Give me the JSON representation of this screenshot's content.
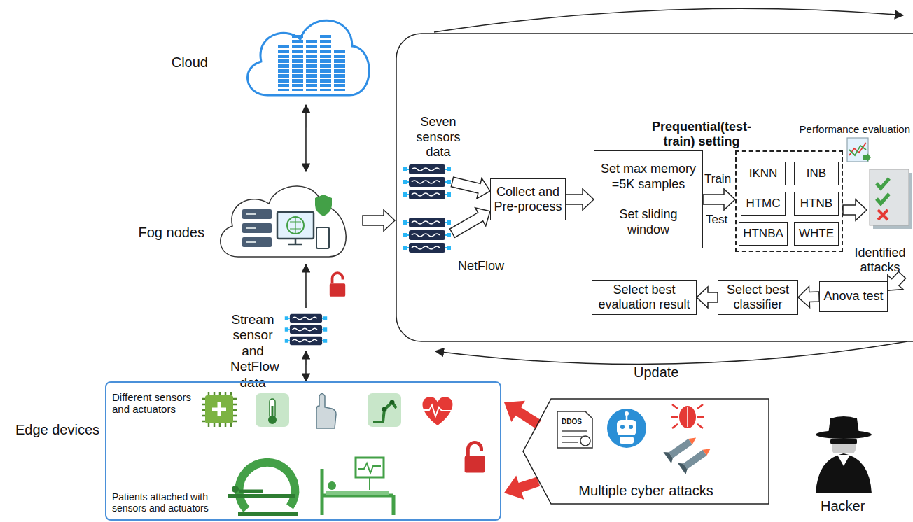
{
  "diagram": {
    "nodes": [
      {
        "text": [
          "Cloud"
        ]
      },
      {
        "text": [
          "Fog nodes"
        ]
      },
      {
        "text": [
          "Stream sensor and NetFlow data"
        ]
      },
      {
        "text": [
          "Edge devices",
          "Different sensors and actuators",
          "Patients attached with sensors and actuators"
        ]
      },
      {
        "text": [
          "Seven sensors data"
        ]
      },
      {
        "text": [
          "NetFlow"
        ]
      },
      {
        "text": [
          "Collect and Pre-process"
        ]
      },
      {
        "text": [
          "Set max memory =5K samples",
          "Set sliding window"
        ]
      },
      {
        "text": [
          "Prequential(test-train) setting"
        ]
      },
      {
        "text": [
          "IKNN"
        ],
        "in": 8
      },
      {
        "text": [
          "INB"
        ],
        "in": 8
      },
      {
        "text": [
          "HTMC"
        ],
        "in": 8
      },
      {
        "text": [
          "HTNB"
        ],
        "in": 8
      },
      {
        "text": [
          "HTNBA"
        ],
        "in": 8
      },
      {
        "text": [
          "WHTE"
        ],
        "in": 8
      },
      {
        "text": [
          "Identified attacks"
        ]
      },
      {
        "text": [
          "Anova test"
        ]
      },
      {
        "text": [
          "Select best classifier"
        ]
      },
      {
        "text": [
          "Select best evaluation result"
        ]
      },
      {
        "text": [
          "Multiple cyber attacks"
        ]
      }
    ],
    "edges": [
      {
        "from": 0,
        "to": 1,
        "arrow": "both"
      },
      {
        "from": 2,
        "to": 1,
        "arrow": "to"
      },
      {
        "from": 2,
        "to": 3,
        "arrow": "both"
      },
      {
        "from": 4,
        "to": 6,
        "arrow": "to"
      },
      {
        "from": 5,
        "to": 6,
        "arrow": "to"
      },
      {
        "from": 6,
        "to": 7,
        "arrow": "to"
      },
      {
        "from": 7,
        "to": 8,
        "arrow": "to"
      },
      {
        "from": 8,
        "to": 15,
        "arrow": "to"
      },
      {
        "from": 15,
        "to": 16,
        "arrow": "to"
      },
      {
        "from": 16,
        "to": 17,
        "arrow": "to"
      },
      {
        "from": 17,
        "to": 18,
        "arrow": "to"
      },
      {
        "from": 19,
        "to": 3,
        "arrow": "to"
      },
      {
        "from": 19,
        "to": 3,
        "arrow": "to"
      }
    ],
    "labels": [
      "Train",
      "Test",
      "Performance evaluation",
      "Update",
      "DDOS",
      "Hacker"
    ]
  }
}
